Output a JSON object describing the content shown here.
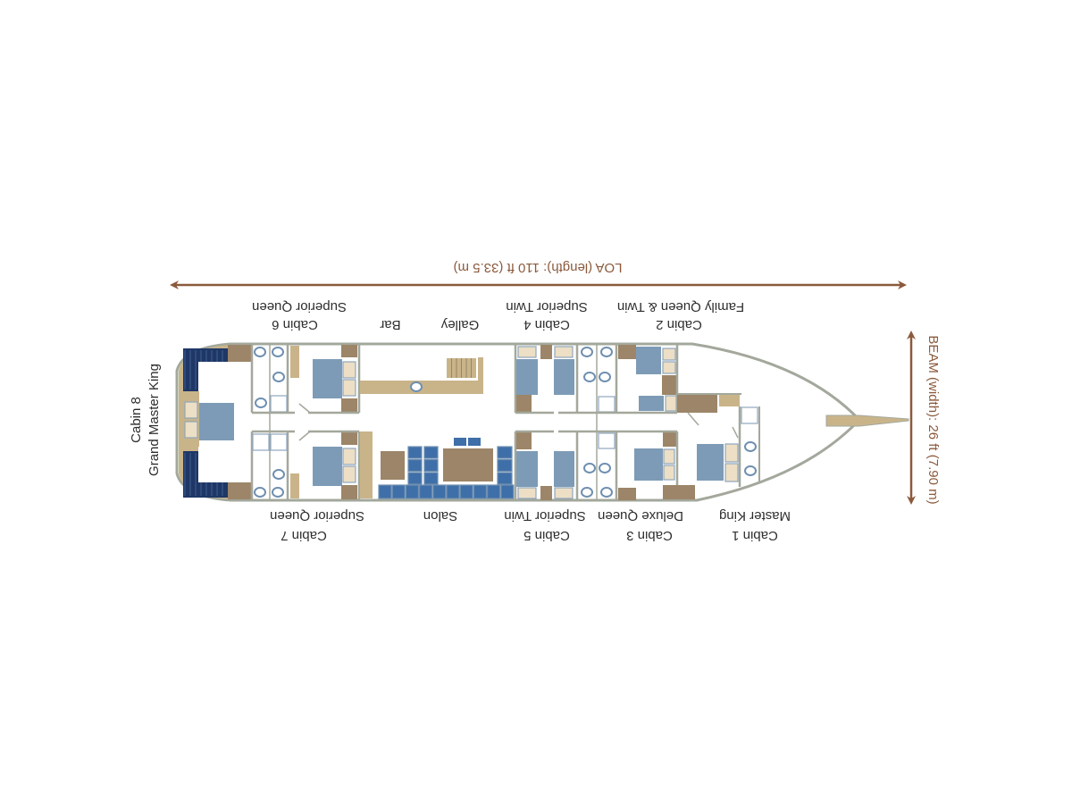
{
  "dimensions": {
    "loa": "LOA (length): 110 ft (33.5 m)",
    "beam": "BEAM (width): 26 ft (7.90 m)"
  },
  "cabins": {
    "cabin8": {
      "name": "Cabin 8",
      "type": "Grand Master King"
    },
    "cabin6": {
      "name": "Cabin 6",
      "type": "Superior Queen"
    },
    "cabin7": {
      "name": "Cabin 7",
      "type": "Superior Queen"
    },
    "cabin4": {
      "name": "Cabin 4",
      "type": "Superior Twin"
    },
    "cabin5": {
      "name": "Cabin 5",
      "type": "Superior Twin"
    },
    "cabin2": {
      "name": "Cabin 2",
      "type": "Family Queen & Twin"
    },
    "cabin3": {
      "name": "Cabin 3",
      "type": "Deluxe Queen"
    },
    "cabin1": {
      "name": "Cabin 1",
      "type": "Master King"
    }
  },
  "areas": {
    "bar": "Bar",
    "galley": "Galley",
    "salon": "Salon"
  },
  "colors": {
    "hull": "#a3a89c",
    "tan": "#c9b48a",
    "brown": "#9c8568",
    "blue": "#7d9bb6",
    "seat_blue": "#3f6fa8",
    "navy": "#1e3766",
    "cream": "#ecdfc5",
    "arrow": "#8b5a3c"
  }
}
